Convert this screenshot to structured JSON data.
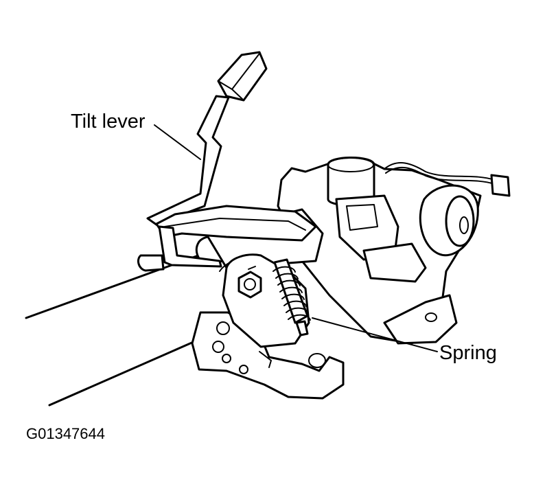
{
  "labels": {
    "tilt_lever": "Tilt lever",
    "spring": "Spring"
  },
  "figure_code": "G01347644",
  "colors": {
    "line": "#000000",
    "background": "#ffffff"
  }
}
